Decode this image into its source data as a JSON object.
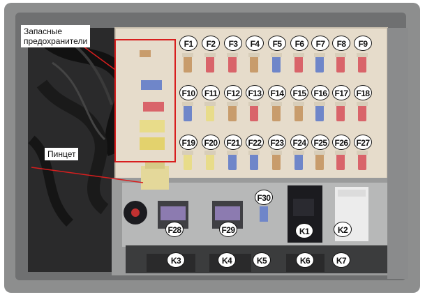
{
  "callouts": {
    "spare_fuses": [
      "Запасные",
      "предохранители"
    ],
    "tweezers": "Пинцет"
  },
  "fuse_labels": [
    "F1",
    "F2",
    "F3",
    "F4",
    "F5",
    "F6",
    "F7",
    "F8",
    "F9",
    "F10",
    "F11",
    "F12",
    "F13",
    "F14",
    "F15",
    "F16",
    "F17",
    "F18",
    "F19",
    "F20",
    "F21",
    "F22",
    "F23",
    "F24",
    "F25",
    "F26",
    "F27",
    "F28",
    "F29",
    "F30"
  ],
  "relay_labels": [
    "K1",
    "K2",
    "K3",
    "K4",
    "K5",
    "K6",
    "K7"
  ],
  "colors": {
    "callout_frame": "#d81e1e",
    "fuse_box": "#e6dccb",
    "red_fuse": "#d9646a",
    "blue_fuse": "#6f86c9",
    "tan_fuse": "#c89c6c",
    "yellow_fuse": "#e8dc8a",
    "relay_black": "#1b1b1f",
    "relay_white": "#ececec"
  }
}
